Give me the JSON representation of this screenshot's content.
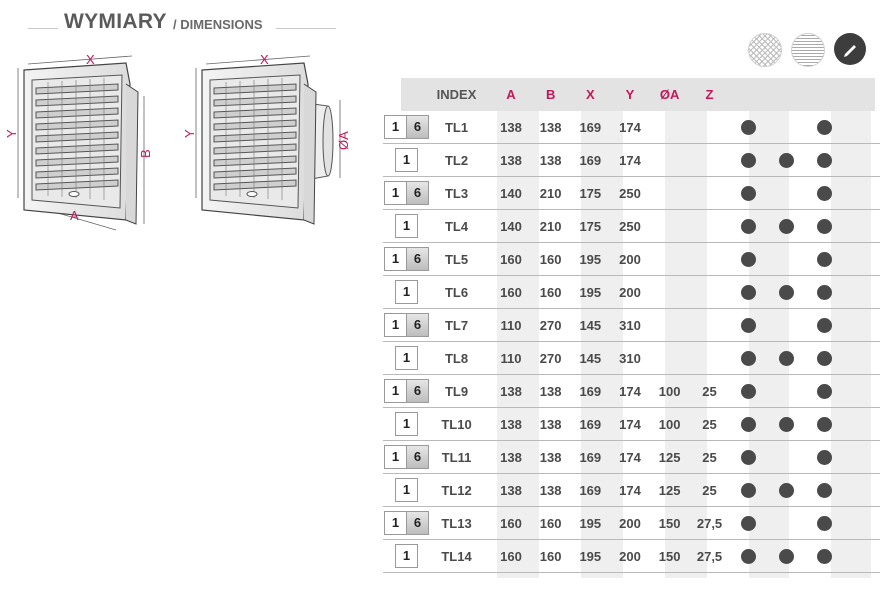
{
  "header": {
    "title": "WYMIARY",
    "subtitle": "/ DIMENSIONS"
  },
  "drawing_labels": {
    "left": {
      "x": "X",
      "y": "Y",
      "a": "A",
      "b": "B"
    },
    "right": {
      "x": "X",
      "y": "Y",
      "oa": "ØA"
    }
  },
  "finish_icons": [
    "mesh-icon",
    "lines-icon",
    "pen-icon"
  ],
  "table": {
    "columns": [
      "INDEX",
      "A",
      "B",
      "X",
      "Y",
      "ØA",
      "Z"
    ],
    "rows": [
      {
        "pack": [
          "1",
          "6"
        ],
        "index": "TL1",
        "a": "138",
        "b": "138",
        "x": "169",
        "y": "174",
        "oa": "",
        "z": "",
        "dots": [
          true,
          false,
          true
        ]
      },
      {
        "pack": [
          "1"
        ],
        "index": "TL2",
        "a": "138",
        "b": "138",
        "x": "169",
        "y": "174",
        "oa": "",
        "z": "",
        "dots": [
          true,
          true,
          true
        ]
      },
      {
        "pack": [
          "1",
          "6"
        ],
        "index": "TL3",
        "a": "140",
        "b": "210",
        "x": "175",
        "y": "250",
        "oa": "",
        "z": "",
        "dots": [
          true,
          false,
          true
        ]
      },
      {
        "pack": [
          "1"
        ],
        "index": "TL4",
        "a": "140",
        "b": "210",
        "x": "175",
        "y": "250",
        "oa": "",
        "z": "",
        "dots": [
          true,
          true,
          true
        ]
      },
      {
        "pack": [
          "1",
          "6"
        ],
        "index": "TL5",
        "a": "160",
        "b": "160",
        "x": "195",
        "y": "200",
        "oa": "",
        "z": "",
        "dots": [
          true,
          false,
          true
        ]
      },
      {
        "pack": [
          "1"
        ],
        "index": "TL6",
        "a": "160",
        "b": "160",
        "x": "195",
        "y": "200",
        "oa": "",
        "z": "",
        "dots": [
          true,
          true,
          true
        ]
      },
      {
        "pack": [
          "1",
          "6"
        ],
        "index": "TL7",
        "a": "110",
        "b": "270",
        "x": "145",
        "y": "310",
        "oa": "",
        "z": "",
        "dots": [
          true,
          false,
          true
        ]
      },
      {
        "pack": [
          "1"
        ],
        "index": "TL8",
        "a": "110",
        "b": "270",
        "x": "145",
        "y": "310",
        "oa": "",
        "z": "",
        "dots": [
          true,
          true,
          true
        ]
      },
      {
        "pack": [
          "1",
          "6"
        ],
        "index": "TL9",
        "a": "138",
        "b": "138",
        "x": "169",
        "y": "174",
        "oa": "100",
        "z": "25",
        "dots": [
          true,
          false,
          true
        ]
      },
      {
        "pack": [
          "1"
        ],
        "index": "TL10",
        "a": "138",
        "b": "138",
        "x": "169",
        "y": "174",
        "oa": "100",
        "z": "25",
        "dots": [
          true,
          true,
          true
        ]
      },
      {
        "pack": [
          "1",
          "6"
        ],
        "index": "TL11",
        "a": "138",
        "b": "138",
        "x": "169",
        "y": "174",
        "oa": "125",
        "z": "25",
        "dots": [
          true,
          false,
          true
        ]
      },
      {
        "pack": [
          "1"
        ],
        "index": "TL12",
        "a": "138",
        "b": "138",
        "x": "169",
        "y": "174",
        "oa": "125",
        "z": "25",
        "dots": [
          true,
          true,
          true
        ]
      },
      {
        "pack": [
          "1",
          "6"
        ],
        "index": "TL13",
        "a": "160",
        "b": "160",
        "x": "195",
        "y": "200",
        "oa": "150",
        "z": "27,5",
        "dots": [
          true,
          false,
          true
        ]
      },
      {
        "pack": [
          "1"
        ],
        "index": "TL14",
        "a": "160",
        "b": "160",
        "x": "195",
        "y": "200",
        "oa": "150",
        "z": "27,5",
        "dots": [
          true,
          true,
          true
        ]
      }
    ]
  },
  "colors": {
    "accent": "#c2185b",
    "dot": "#4a4a4a",
    "header_band": "#e3e3e3",
    "column_shade": "#efefef"
  }
}
